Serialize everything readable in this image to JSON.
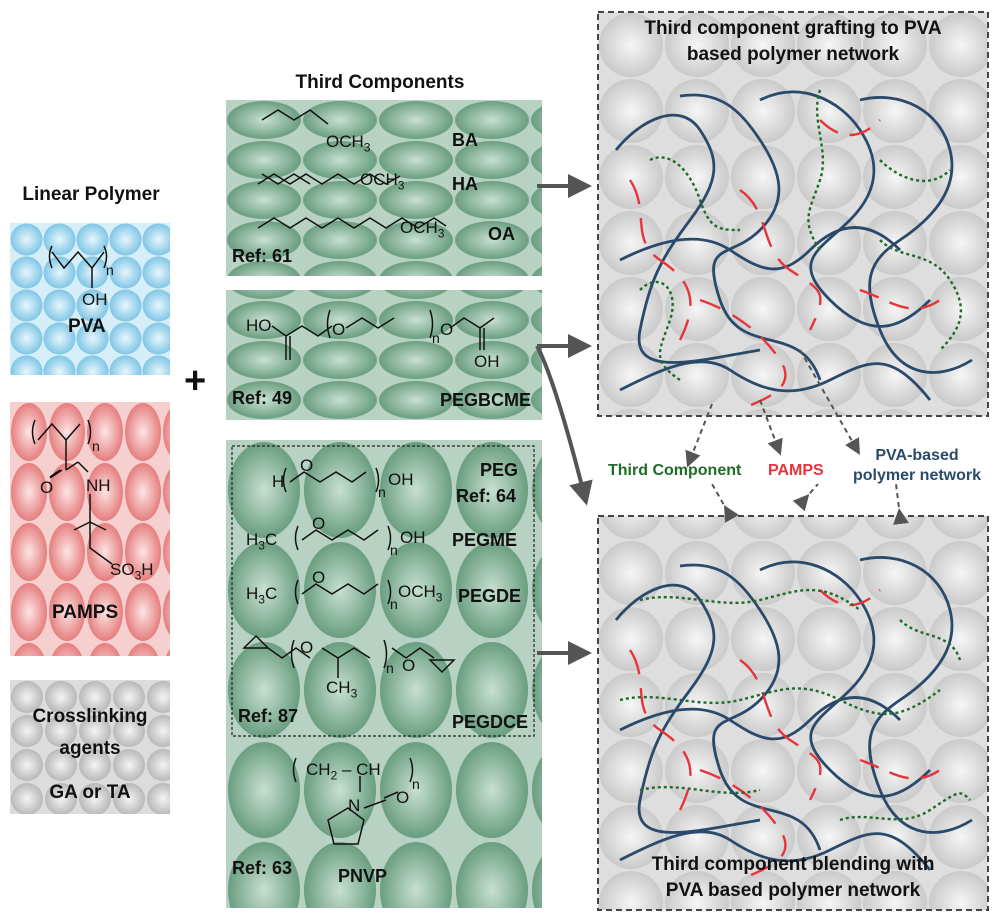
{
  "linear_polymer": {
    "heading": "Linear Polymer",
    "pva": {
      "label": "PVA",
      "pendant": "OH",
      "subscript": "n"
    },
    "pamps": {
      "label": "PAMPS",
      "amide_o": "O",
      "amide_n": "NH",
      "acid": "SO",
      "acid_sub": "3",
      "acid_h": "H",
      "subscript": "n"
    },
    "crosslinkers": {
      "line1": "Crosslinking",
      "line2": "agents",
      "line3": "GA or TA"
    }
  },
  "plus_sign": "+",
  "third_components": {
    "heading": "Third Components",
    "group1": {
      "ref": "Ref: 61",
      "items": [
        {
          "formula": "OCH",
          "sub": "3",
          "name": "BA"
        },
        {
          "formula": "OCH",
          "sub": "3",
          "name": "HA"
        },
        {
          "formula": "OCH",
          "sub": "3",
          "name": "OA"
        }
      ]
    },
    "group2": {
      "ref": "Ref: 49",
      "name": "PEGBCME",
      "ho": "HO",
      "oh": "OH",
      "o": "O",
      "n": "n"
    },
    "group3": {
      "peg": {
        "name": "PEG",
        "ref": "Ref: 64",
        "h": "H",
        "oh": "OH",
        "n": "n",
        "o": "O"
      },
      "pegme": {
        "name": "PEGME",
        "h3c": "H",
        "h3c_sub": "3",
        "h3c_c": "C",
        "oh": "OH",
        "n": "n",
        "o": "O"
      },
      "pegde": {
        "name": "PEGDE",
        "h3c": "H",
        "h3c_sub": "3",
        "h3c_c": "C",
        "och": "OCH",
        "och_sub": "3",
        "n": "n",
        "o": "O"
      },
      "pegdce": {
        "name": "PEGDCE",
        "ref": "Ref: 87",
        "ch": "CH",
        "ch_sub": "3",
        "n": "n",
        "o": "O"
      },
      "pnvp": {
        "name": "PNVP",
        "ref": "Ref: 63",
        "unit": "CH",
        "unit_sub": "2",
        "unit_mid": "CH",
        "n_atom": "N",
        "o_atom": "O",
        "n": "n"
      }
    }
  },
  "network_panels": {
    "grafting": {
      "line1": "Third component grafting to PVA",
      "line2": "based polymer network"
    },
    "blending": {
      "line1": "Third component blending with",
      "line2": "PVA based polymer network"
    }
  },
  "legend": {
    "third_component": {
      "label": "Third Component",
      "color": "#1e6b2a"
    },
    "pamps": {
      "label": "PAMPS",
      "color": "#e8333a"
    },
    "pva_network": {
      "line1": "PVA-based",
      "line2": "polymer network",
      "color": "#2a4a6b"
    }
  },
  "colors": {
    "pva_bg": "#9ed3ea",
    "pamps_bg": "#f09b9b",
    "crosslink_bg": "#cfcfcf",
    "third_bg": "#7fae93",
    "network_bg": "#d5d5d5",
    "network_line": "#2a4a6b",
    "pamps_line": "#e8333a",
    "third_line": "#1e6b2a"
  }
}
